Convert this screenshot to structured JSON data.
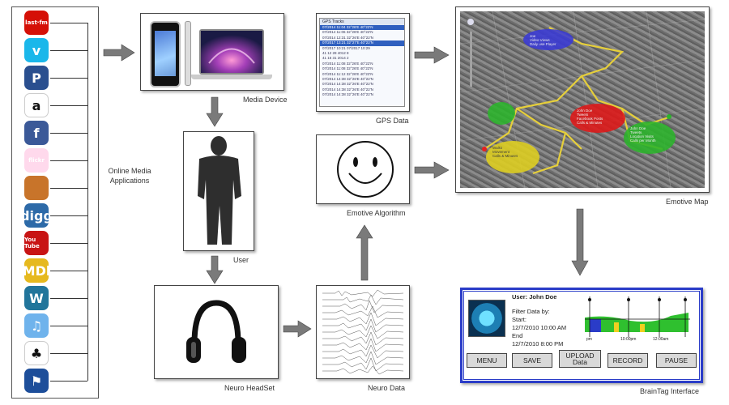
{
  "apps_label": "Online Media Applications",
  "apps_label_lines": [
    "Online Media",
    "Applications"
  ],
  "apps": [
    {
      "name": "lastfm",
      "text": "last·fm",
      "bg": "#d51007"
    },
    {
      "name": "vimeo",
      "text": "v",
      "bg": "#1ab7ea"
    },
    {
      "name": "picasa",
      "text": "P",
      "bg": "#2a4f8f"
    },
    {
      "name": "amazon",
      "text": "a",
      "bg": "#ffffff"
    },
    {
      "name": "facebook",
      "text": "f",
      "bg": "#3b5998"
    },
    {
      "name": "flickr",
      "text": "flickr",
      "bg": "#ffd9ec"
    },
    {
      "name": "ibooks",
      "text": "",
      "bg": "#c8742a"
    },
    {
      "name": "digg",
      "text": "digg",
      "bg": "#2d6aa8"
    },
    {
      "name": "youtube",
      "text": "You Tube",
      "bg": "#c81414"
    },
    {
      "name": "imdb",
      "text": "IMDb",
      "bg": "#e6b91e"
    },
    {
      "name": "wordpress",
      "text": "W",
      "bg": "#21759b"
    },
    {
      "name": "itunes",
      "text": "♫",
      "bg": "#6fb3ec"
    },
    {
      "name": "ilike",
      "text": "♣",
      "bg": "#ffffff"
    },
    {
      "name": "myspace",
      "text": "⚑",
      "bg": "#1d4e9a"
    }
  ],
  "captions": {
    "media_device": "Media Device",
    "user": "User",
    "neuro_headset": "Neuro HeadSet",
    "neuro_data": "Neuro Data",
    "gps_data": "GPS Data",
    "emotive_algorithm": "Emotive Algorithm",
    "emotive_map": "Emotive Map",
    "braintag_interface": "BrainTag Interface"
  },
  "gps": {
    "title": "GPS Tracks",
    "rows": [
      {
        "text": "07/2014 11:04 32°26'E 40°22'N",
        "selected": true
      },
      {
        "text": "07/2014 11:06 32°26'E 40°22'N",
        "selected": false
      },
      {
        "text": "07/2014 12:31 32°26'E 40°22'N",
        "selected": false
      },
      {
        "text": "07/2017 13:21 32°27'E 40°22'N",
        "selected": true
      },
      {
        "text": "  07/2017 10:21   07/2017 10:29",
        "selected": false
      },
      {
        "text": "  41 12 28 4012 8",
        "selected": false
      },
      {
        "text": "  41 16 31 2014 2",
        "selected": false
      },
      {
        "text": "07/2014 11:08 32°26'E 40°22'N",
        "selected": false
      },
      {
        "text": "07/2014 11:08 32°26'E 40°22'N",
        "selected": false
      },
      {
        "text": "07/2014 11:12 32°26'E 40°22'N",
        "selected": false
      },
      {
        "text": "07/2014 14:38 32°26'E 40°22'N",
        "selected": false
      },
      {
        "text": "07/2014 14:38 32°26'E 40°22'N",
        "selected": false
      },
      {
        "text": "07/2014 14:38 32°26'E 40°22'N",
        "selected": false
      },
      {
        "text": "07/2014 14:38 32°26'E 40°22'N",
        "selected": false
      }
    ]
  },
  "map": {
    "bubbles": [
      {
        "name": "blue",
        "color": "#3a3ad6",
        "lines": [
          "Joe",
          "Video Views",
          "Daily use Player"
        ]
      },
      {
        "name": "green-left",
        "color": "#2bb52b",
        "lines": [
          "",
          "",
          ""
        ]
      },
      {
        "name": "red",
        "color": "#e01818",
        "lines": [
          "John Doe",
          "Tweets",
          "Facebook Posts",
          "Calls & Minutes"
        ]
      },
      {
        "name": "green-right",
        "color": "#2bb52b",
        "lines": [
          "John Doe",
          "Tweets",
          "Location Visits",
          "Calls per Month"
        ]
      },
      {
        "name": "yellow",
        "color": "#e0d020",
        "lines": [
          "Walks",
          "Movement",
          "Calls & Minutes"
        ]
      }
    ]
  },
  "braintag": {
    "user_line": "User: John Doe",
    "filter_label": "Filter Data by:",
    "start_label": "Start:",
    "start_value": "12/7/2010 10:00 AM",
    "end_label": "End",
    "end_value": "12/7/2010 8:00 PM",
    "ticks": [
      "pm",
      "10:00pm",
      "12:00am"
    ],
    "buttons": {
      "menu": "MENU",
      "save": "SAVE",
      "upload": "UPLOAD Data",
      "record": "RECORD",
      "pause": "PAUSE"
    },
    "colors": {
      "frame": "#2a3cc8",
      "graph": "#2fc02f"
    }
  }
}
